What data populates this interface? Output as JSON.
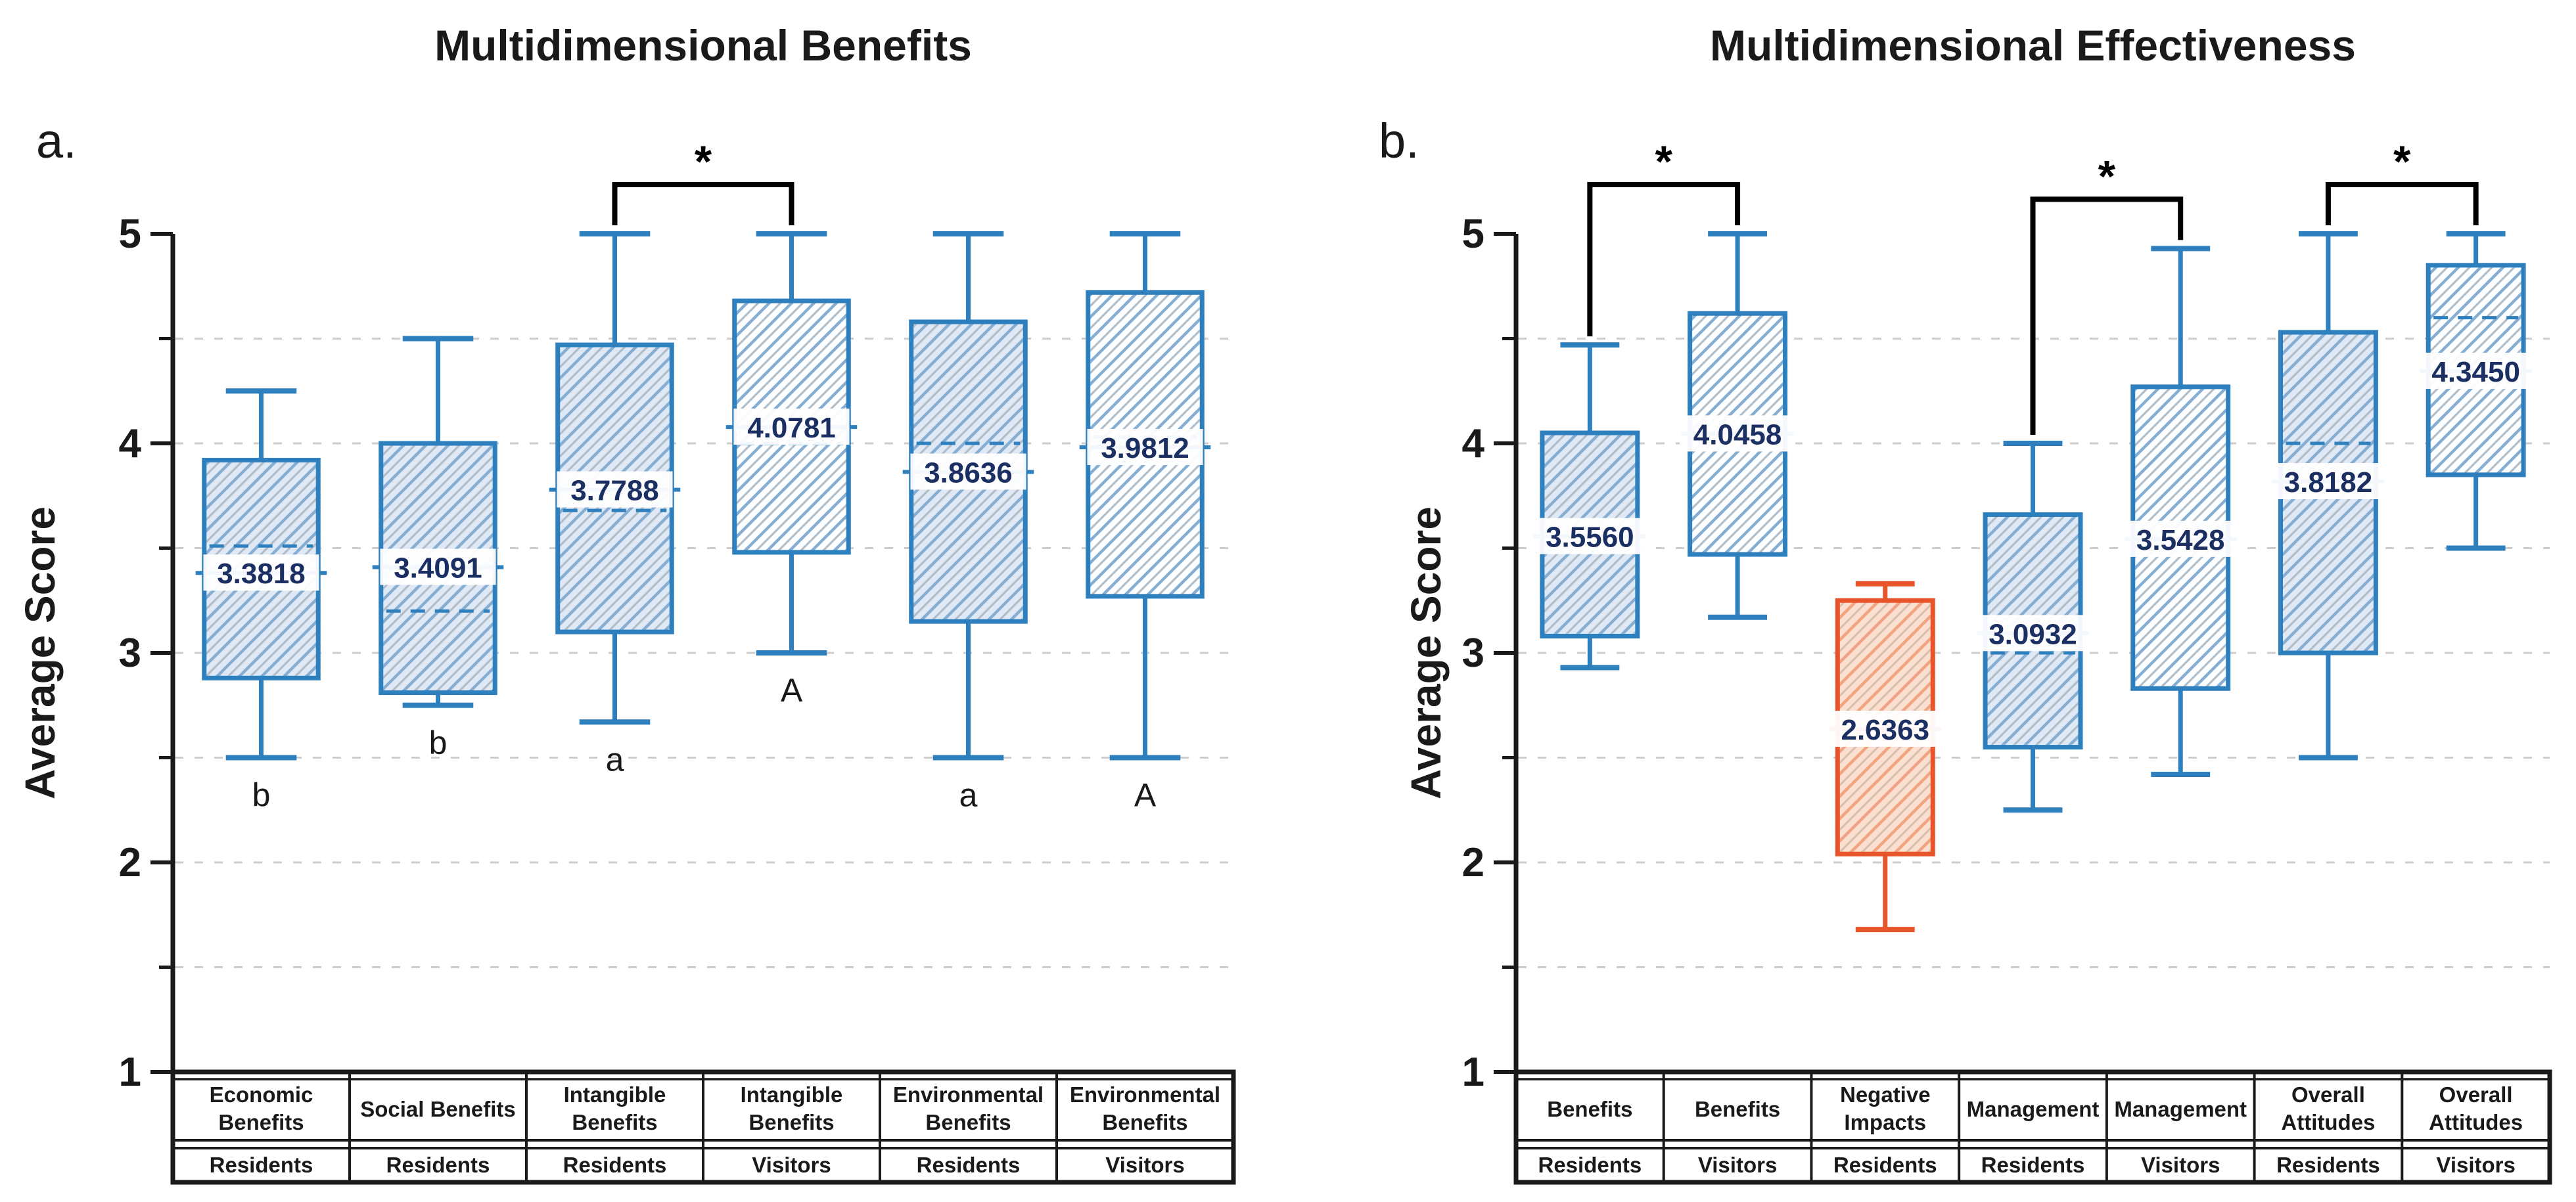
{
  "figure": {
    "accent_blue": "#2e7fbe",
    "accent_orange": "#e8552a",
    "label_navy": "#1b2f63",
    "grid_gray": "#cdcdcd",
    "ink": "#1a1a1a",
    "resident_fill_blue": "#dfe9f5",
    "visitor_fill": "#fdfeff",
    "resident_fill_orange": "#fbdfd0"
  },
  "chart_data": [
    {
      "id": "a",
      "type": "box",
      "corner_label": "a.",
      "title": "Multidimensional Benefits",
      "ylabel": "Average Score",
      "ylim": [
        1,
        5
      ],
      "yticks": [
        1,
        2,
        3,
        4,
        5
      ],
      "minor_ticks": [
        1.5,
        2.5,
        3.5,
        4.5
      ],
      "grid_levels": [
        1.5,
        2,
        2.5,
        3,
        3.5,
        4,
        4.5
      ],
      "grid": true,
      "legend_position": "none",
      "boxes": [
        {
          "category": [
            "Economic",
            "Benefits"
          ],
          "group": "Residents",
          "scheme": "blue",
          "filled": true,
          "low": 2.5,
          "q1": 2.88,
          "median": 3.51,
          "mean": 3.3818,
          "mean_label": "3.3818",
          "q3": 3.92,
          "high": 4.25,
          "letter": "b"
        },
        {
          "category": [
            "Social Benefits"
          ],
          "group": "Residents",
          "scheme": "blue",
          "filled": true,
          "low": 2.75,
          "q1": 2.81,
          "median": 3.2,
          "mean": 3.4091,
          "mean_label": "3.4091",
          "q3": 4.0,
          "high": 4.5,
          "letter": "b"
        },
        {
          "category": [
            "Intangible",
            "Benefits"
          ],
          "group": "Residents",
          "scheme": "blue",
          "filled": true,
          "low": 2.67,
          "q1": 3.1,
          "median": 3.68,
          "mean": 3.7788,
          "mean_label": "3.7788",
          "q3": 4.47,
          "high": 5.0,
          "letter": "a"
        },
        {
          "category": [
            "Intangible",
            "Benefits"
          ],
          "group": "Visitors",
          "scheme": "blue",
          "filled": false,
          "low": 3.0,
          "q1": 3.48,
          "median": 4.0,
          "mean": 4.0781,
          "mean_label": "4.0781",
          "q3": 4.68,
          "high": 5.0,
          "letter": "A"
        },
        {
          "category": [
            "Environmental",
            "Benefits"
          ],
          "group": "Residents",
          "scheme": "blue",
          "filled": true,
          "low": 2.5,
          "q1": 3.15,
          "median": 4.0,
          "mean": 3.8636,
          "mean_label": "3.8636",
          "q3": 4.58,
          "high": 5.0,
          "letter": "a"
        },
        {
          "category": [
            "Environmental",
            "Benefits"
          ],
          "group": "Visitors",
          "scheme": "blue",
          "filled": false,
          "low": 2.5,
          "q1": 3.27,
          "median": 4.03,
          "mean": 3.9812,
          "mean_label": "3.9812",
          "q3": 4.72,
          "high": 5.0,
          "letter": "A"
        }
      ],
      "significance": [
        {
          "a": 2,
          "b": 3,
          "label": "*"
        }
      ]
    },
    {
      "id": "b",
      "type": "box",
      "corner_label": "b.",
      "title": "Multidimensional Effectiveness",
      "ylabel": "Average Score",
      "ylim": [
        1,
        5
      ],
      "yticks": [
        1,
        2,
        3,
        4,
        5
      ],
      "minor_ticks": [
        1.5,
        2.5,
        3.5,
        4.5
      ],
      "grid_levels": [
        1.5,
        2,
        2.5,
        3,
        3.5,
        4,
        4.5
      ],
      "grid": true,
      "legend_position": "none",
      "boxes": [
        {
          "category": [
            "Benefits"
          ],
          "group": "Residents",
          "scheme": "blue",
          "filled": true,
          "low": 2.93,
          "q1": 3.08,
          "median": null,
          "mean": 3.556,
          "mean_label": "3.5560",
          "q3": 4.05,
          "high": 4.47,
          "letter": ""
        },
        {
          "category": [
            "Benefits"
          ],
          "group": "Visitors",
          "scheme": "blue",
          "filled": false,
          "low": 3.17,
          "q1": 3.47,
          "median": null,
          "mean": 4.0458,
          "mean_label": "4.0458",
          "q3": 4.62,
          "high": 5.0,
          "letter": ""
        },
        {
          "category": [
            "Negative",
            "Impacts"
          ],
          "group": "Residents",
          "scheme": "orange",
          "filled": true,
          "low": 1.68,
          "q1": 2.04,
          "median": null,
          "mean": 2.6363,
          "mean_label": "2.6363",
          "q3": 3.25,
          "high": 3.33,
          "letter": ""
        },
        {
          "category": [
            "Management"
          ],
          "group": "Residents",
          "scheme": "blue",
          "filled": true,
          "low": 2.25,
          "q1": 2.55,
          "median": 3.0,
          "mean": 3.0932,
          "mean_label": "3.0932",
          "q3": 3.66,
          "high": 4.0,
          "letter": ""
        },
        {
          "category": [
            "Management"
          ],
          "group": "Visitors",
          "scheme": "blue",
          "filled": false,
          "low": 2.42,
          "q1": 2.83,
          "median": null,
          "mean": 3.5428,
          "mean_label": "3.5428",
          "q3": 4.27,
          "high": 4.93,
          "letter": ""
        },
        {
          "category": [
            "Overall",
            "Attitudes"
          ],
          "group": "Residents",
          "scheme": "blue",
          "filled": true,
          "low": 2.5,
          "q1": 3.0,
          "median": 4.0,
          "mean": 3.8182,
          "mean_label": "3.8182",
          "q3": 4.53,
          "high": 5.0,
          "letter": ""
        },
        {
          "category": [
            "Overall",
            "Attitudes"
          ],
          "group": "Visitors",
          "scheme": "blue",
          "filled": false,
          "low": 3.5,
          "q1": 3.85,
          "median": 4.6,
          "mean": 4.345,
          "mean_label": "4.3450",
          "q3": 4.85,
          "high": 5.0,
          "letter": ""
        }
      ],
      "significance": [
        {
          "a": 0,
          "b": 1,
          "label": "*"
        },
        {
          "a": 3,
          "b": 4,
          "label": "*"
        },
        {
          "a": 5,
          "b": 6,
          "label": "*"
        }
      ]
    }
  ]
}
